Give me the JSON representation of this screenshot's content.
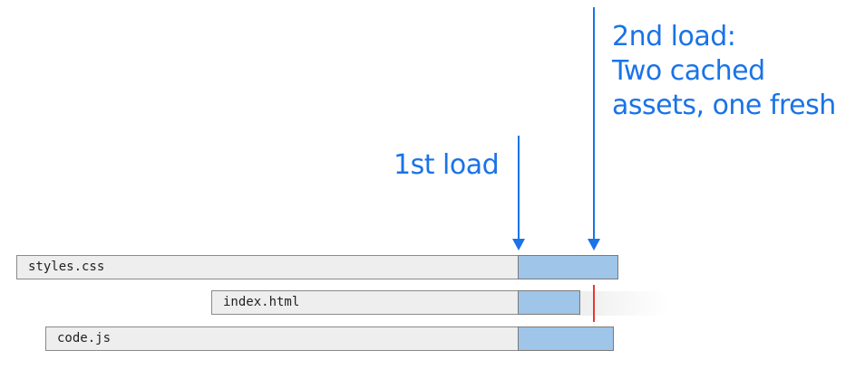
{
  "annotations": {
    "first_load": "1st load",
    "second_load_lines": [
      "2nd load:",
      "Two cached",
      "assets, one fresh"
    ]
  },
  "colors": {
    "accent": "#1a73e8",
    "bar_bg": "#eeeeee",
    "load_segment": "#9fc5e8",
    "marker": "#e53935"
  },
  "waterfall": [
    {
      "name": "styles.css"
    },
    {
      "name": "index.html"
    },
    {
      "name": "code.js"
    }
  ]
}
